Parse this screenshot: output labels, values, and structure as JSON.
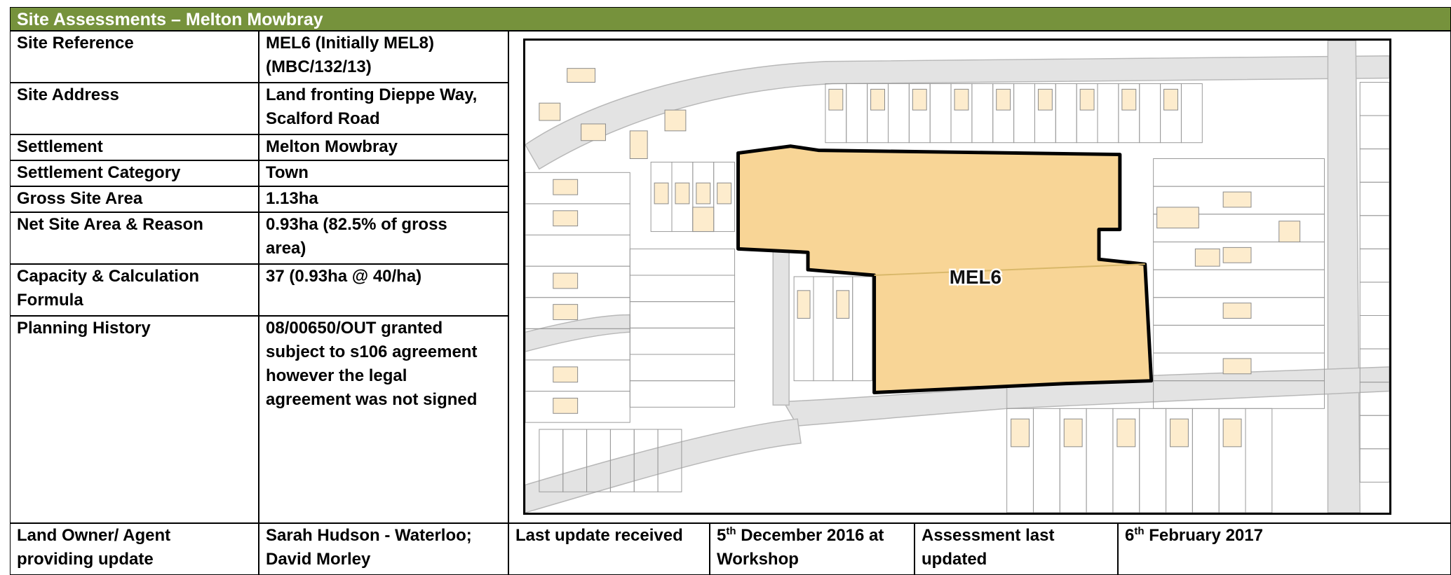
{
  "header": {
    "title": "Site Assessments – Melton Mowbray"
  },
  "rows": [
    {
      "label": "Site Reference",
      "value": "MEL6 (Initially MEL8)\n(MBC/132/13)"
    },
    {
      "label": "Site Address",
      "value": "Land fronting Dieppe Way,\nScalford Road"
    },
    {
      "label": "Settlement",
      "value": "Melton Mowbray"
    },
    {
      "label": "Settlement Category",
      "value": "Town"
    },
    {
      "label": "Gross Site Area",
      "value": "1.13ha"
    },
    {
      "label": "Net Site Area & Reason",
      "value": "0.93ha (82.5% of gross\narea)"
    },
    {
      "label": "Capacity & Calculation\nFormula",
      "value": "37 (0.93ha @ 40/ha)"
    },
    {
      "label": "Planning History",
      "value": "08/00650/OUT granted\nsubject to s106 agreement\nhowever the legal\nagreement was not signed"
    }
  ],
  "map": {
    "site_label": "MEL6",
    "site_fill": "#f8d596",
    "building_fill": "#fdeccd",
    "road_fill": "#e3e3e3"
  },
  "footer": {
    "land_owner_label": "Land Owner/ Agent\nproviding update",
    "land_owner_value": "Sarah Hudson - Waterloo;\nDavid Morley",
    "last_update_label": "Last update received",
    "last_update_day": "5",
    "last_update_suffix": "th",
    "last_update_rest": " December 2016 at",
    "last_update_line2": "Workshop",
    "assessment_label": "Assessment last\nupdated",
    "assessment_day": "6",
    "assessment_suffix": "th",
    "assessment_rest": " February 2017"
  }
}
